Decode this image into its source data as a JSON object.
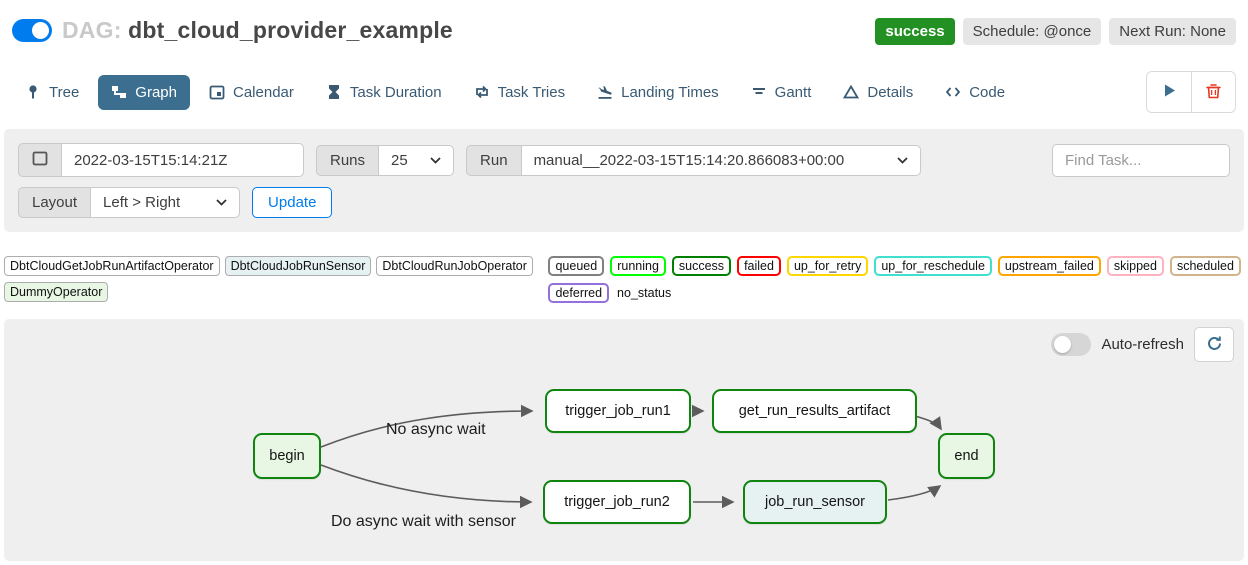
{
  "header": {
    "dag_prefix": "DAG:",
    "dag_name": "dbt_cloud_provider_example",
    "toggle_state": "on",
    "status_badge": "success",
    "schedule_badge": "Schedule: @once",
    "next_run_badge": "Next Run: None"
  },
  "tabs": [
    {
      "label": "Tree",
      "icon": "tree-icon",
      "selected": false
    },
    {
      "label": "Graph",
      "icon": "graph-icon",
      "selected": true
    },
    {
      "label": "Calendar",
      "icon": "calendar-icon",
      "selected": false
    },
    {
      "label": "Task Duration",
      "icon": "hourglass-icon",
      "selected": false
    },
    {
      "label": "Task Tries",
      "icon": "repeat-icon",
      "selected": false
    },
    {
      "label": "Landing Times",
      "icon": "plane-landing-icon",
      "selected": false
    },
    {
      "label": "Gantt",
      "icon": "gantt-icon",
      "selected": false
    },
    {
      "label": "Details",
      "icon": "triangle-icon",
      "selected": false
    },
    {
      "label": "Code",
      "icon": "code-icon",
      "selected": false
    }
  ],
  "filters": {
    "base_date": "2022-03-15T15:14:21Z",
    "runs_label": "Runs",
    "runs_value": "25",
    "run_label": "Run",
    "run_value": "manual__2022-03-15T15:14:20.866083+00:00",
    "find_task_placeholder": "Find Task...",
    "layout_label": "Layout",
    "layout_value": "Left > Right",
    "update_label": "Update"
  },
  "legend": {
    "operators": [
      {
        "name": "DbtCloudGetJobRunArtifactOperator",
        "color": "#ffffff"
      },
      {
        "name": "DbtCloudJobRunSensor",
        "color": "#e6f1f2"
      },
      {
        "name": "DbtCloudRunJobOperator",
        "color": "#ffffff"
      },
      {
        "name": "DummyOperator",
        "color": "#e8f7e4"
      }
    ],
    "statuses": [
      {
        "name": "queued",
        "color": "#808080"
      },
      {
        "name": "running",
        "color": "#00ff00"
      },
      {
        "name": "success",
        "color": "#008000"
      },
      {
        "name": "failed",
        "color": "#ff0000"
      },
      {
        "name": "up_for_retry",
        "color": "#ffd700"
      },
      {
        "name": "up_for_reschedule",
        "color": "#40e0d0"
      },
      {
        "name": "upstream_failed",
        "color": "#ffa500"
      },
      {
        "name": "skipped",
        "color": "#ffb3c0"
      },
      {
        "name": "scheduled",
        "color": "#d2b48c"
      },
      {
        "name": "deferred",
        "color": "#9370db"
      },
      {
        "name": "no_status",
        "color": "none"
      }
    ]
  },
  "graph": {
    "auto_refresh_label": "Auto-refresh",
    "auto_refresh_state": "off",
    "nodes": [
      {
        "label": "begin",
        "fill": "#e8f7e3"
      },
      {
        "label": "trigger_job_run1",
        "fill": "#ffffff"
      },
      {
        "label": "get_run_results_artifact",
        "fill": "#ffffff"
      },
      {
        "label": "trigger_job_run2",
        "fill": "#ffffff"
      },
      {
        "label": "job_run_sensor",
        "fill": "#e6f1f2"
      },
      {
        "label": "end",
        "fill": "#e8f7e3"
      }
    ],
    "edge_labels": [
      {
        "text": "No async wait"
      },
      {
        "text": "Do async wait with sensor"
      }
    ]
  },
  "colors": {
    "accent_blue": "#017cee",
    "tab_selected_bg": "#3c6e8f",
    "success_green": "#239023",
    "node_border_green": "#0f8510",
    "edge_gray": "#5c5c5c",
    "panel_gray": "#efefef"
  }
}
